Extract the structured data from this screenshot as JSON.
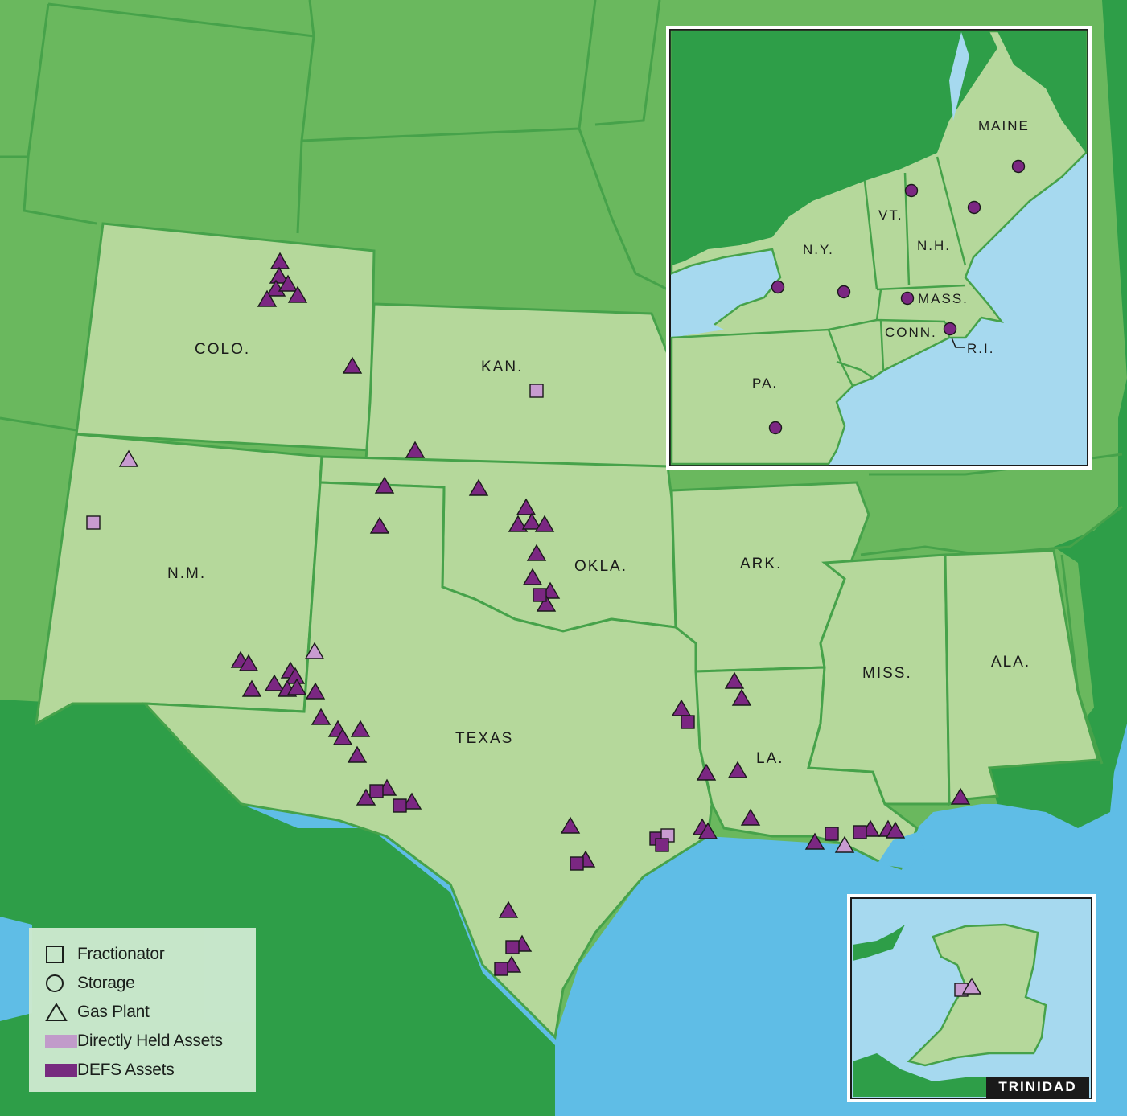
{
  "colors": {
    "water": "#5fbde6",
    "inset_water": "#a6d9ef",
    "land_outside": "#6ab85e",
    "land_dark": "#2e9e48",
    "land_region": "#b5d89b",
    "border": "#46a24a",
    "directly_held": "#c89bd0",
    "defs": "#7b2782",
    "marker_outline": "#1a1a1a",
    "legend_bg": "#cde9cf"
  },
  "states": {
    "colo": "COLO.",
    "kan": "KAN.",
    "nm": "N.M.",
    "okla": "OKLA.",
    "ark": "ARK.",
    "texas": "TEXAS",
    "la": "LA.",
    "miss": "MISS.",
    "ala": "ALA."
  },
  "northeast_inset": {
    "maine": "MAINE",
    "vt": "VT.",
    "nh": "N.H.",
    "ny": "N.Y.",
    "mass": "MASS.",
    "conn": "CONN.",
    "ri": "R.I.",
    "pa": "PA."
  },
  "trinidad_inset": {
    "label": "TRINIDAD"
  },
  "legend": {
    "items": [
      {
        "label": "Fractionator",
        "icon": "square-outline-icon"
      },
      {
        "label": "Storage",
        "icon": "circle-outline-icon"
      },
      {
        "label": "Gas Plant",
        "icon": "triangle-outline-icon"
      },
      {
        "label": "Directly Held Assets",
        "icon": "light-purple-swatch"
      },
      {
        "label": "DEFS Assets",
        "icon": "dark-purple-swatch"
      }
    ]
  }
}
